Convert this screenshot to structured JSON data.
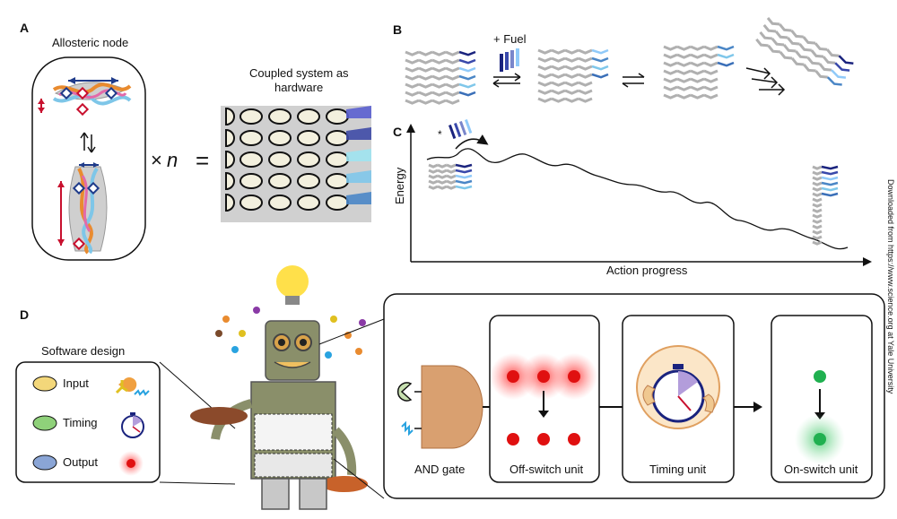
{
  "panelA": {
    "letter": "A",
    "node_title": "Allosteric node",
    "multiply_x": "×",
    "multiply_n": "n",
    "equals": "=",
    "system_title_1": "Coupled system as",
    "system_title_2": "hardware"
  },
  "panelB": {
    "letter": "B",
    "fuel_label": "+ Fuel"
  },
  "panelC": {
    "letter": "C",
    "y_label": "Energy",
    "x_label": "Action progress",
    "star": "*"
  },
  "panelD": {
    "letter": "D",
    "software_title": "Software design",
    "legend": [
      {
        "label": "Input",
        "color": "#f3d77a"
      },
      {
        "label": "Timing",
        "color": "#8fd17a"
      },
      {
        "label": "Output",
        "color": "#8aa5d6"
      }
    ],
    "and_gate_label": "AND gate",
    "off_switch_label": "Off-switch unit",
    "timing_unit_label": "Timing unit",
    "on_switch_label": "On-switch unit"
  },
  "side_note": "Downloaded from https://www.science.org at Yale University"
}
